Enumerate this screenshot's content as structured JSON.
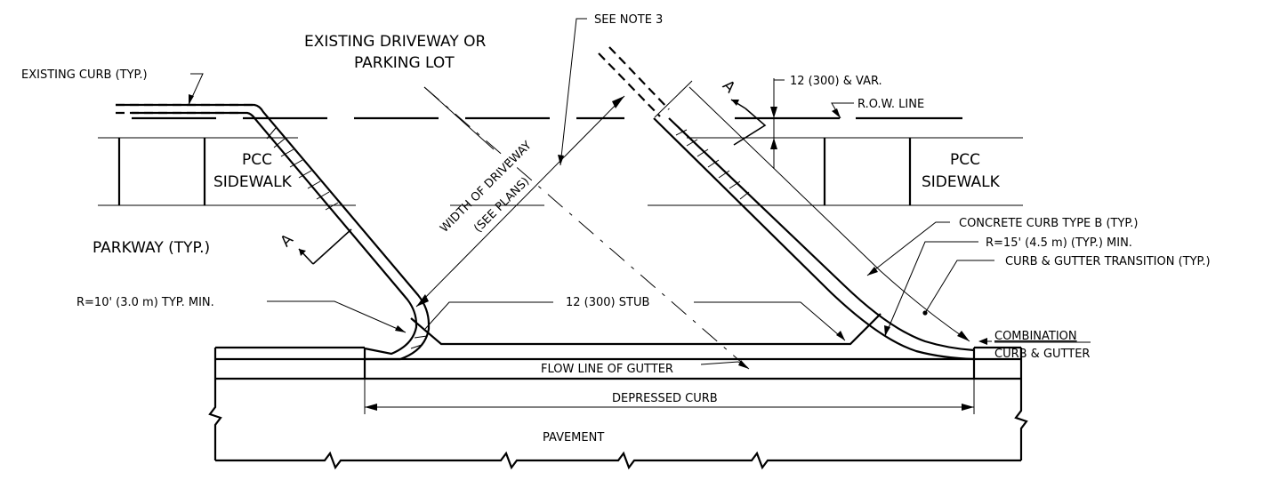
{
  "labels": {
    "see_note": "SEE NOTE 3",
    "existing_driveway_1": "EXISTING DRIVEWAY OR",
    "existing_driveway_2": "PARKING LOT",
    "existing_curb": "EXISTING CURB (TYP.)",
    "row_offset": "12 (300) & VAR.",
    "row_line": "R.O.W. LINE",
    "pcc_left_1": "PCC",
    "pcc_left_2": "SIDEWALK",
    "pcc_right_1": "PCC",
    "pcc_right_2": "SIDEWALK",
    "width_driveway_1": "WIDTH OF DRIVEWAY",
    "width_driveway_2": "(SEE PLANS)",
    "parkway": "PARKWAY (TYP.)",
    "section_left": "A",
    "section_right": "A",
    "curb_type_b": "CONCRETE CURB TYPE B (TYP.)",
    "radius_right": "R=15' (4.5 m) (TYP.) MIN.",
    "transition": "CURB & GUTTER TRANSITION (TYP.)",
    "radius_left": "R=10' (3.0 m) TYP. MIN.",
    "stub": "12 (300) STUB",
    "combination_1": "COMBINATION",
    "combination_2": "CURB & GUTTER",
    "flow_line": "FLOW LINE OF GUTTER",
    "depressed_curb": "DEPRESSED CURB",
    "pavement": "PAVEMENT"
  },
  "colors": {
    "ink": "#000000",
    "background": "#ffffff"
  }
}
